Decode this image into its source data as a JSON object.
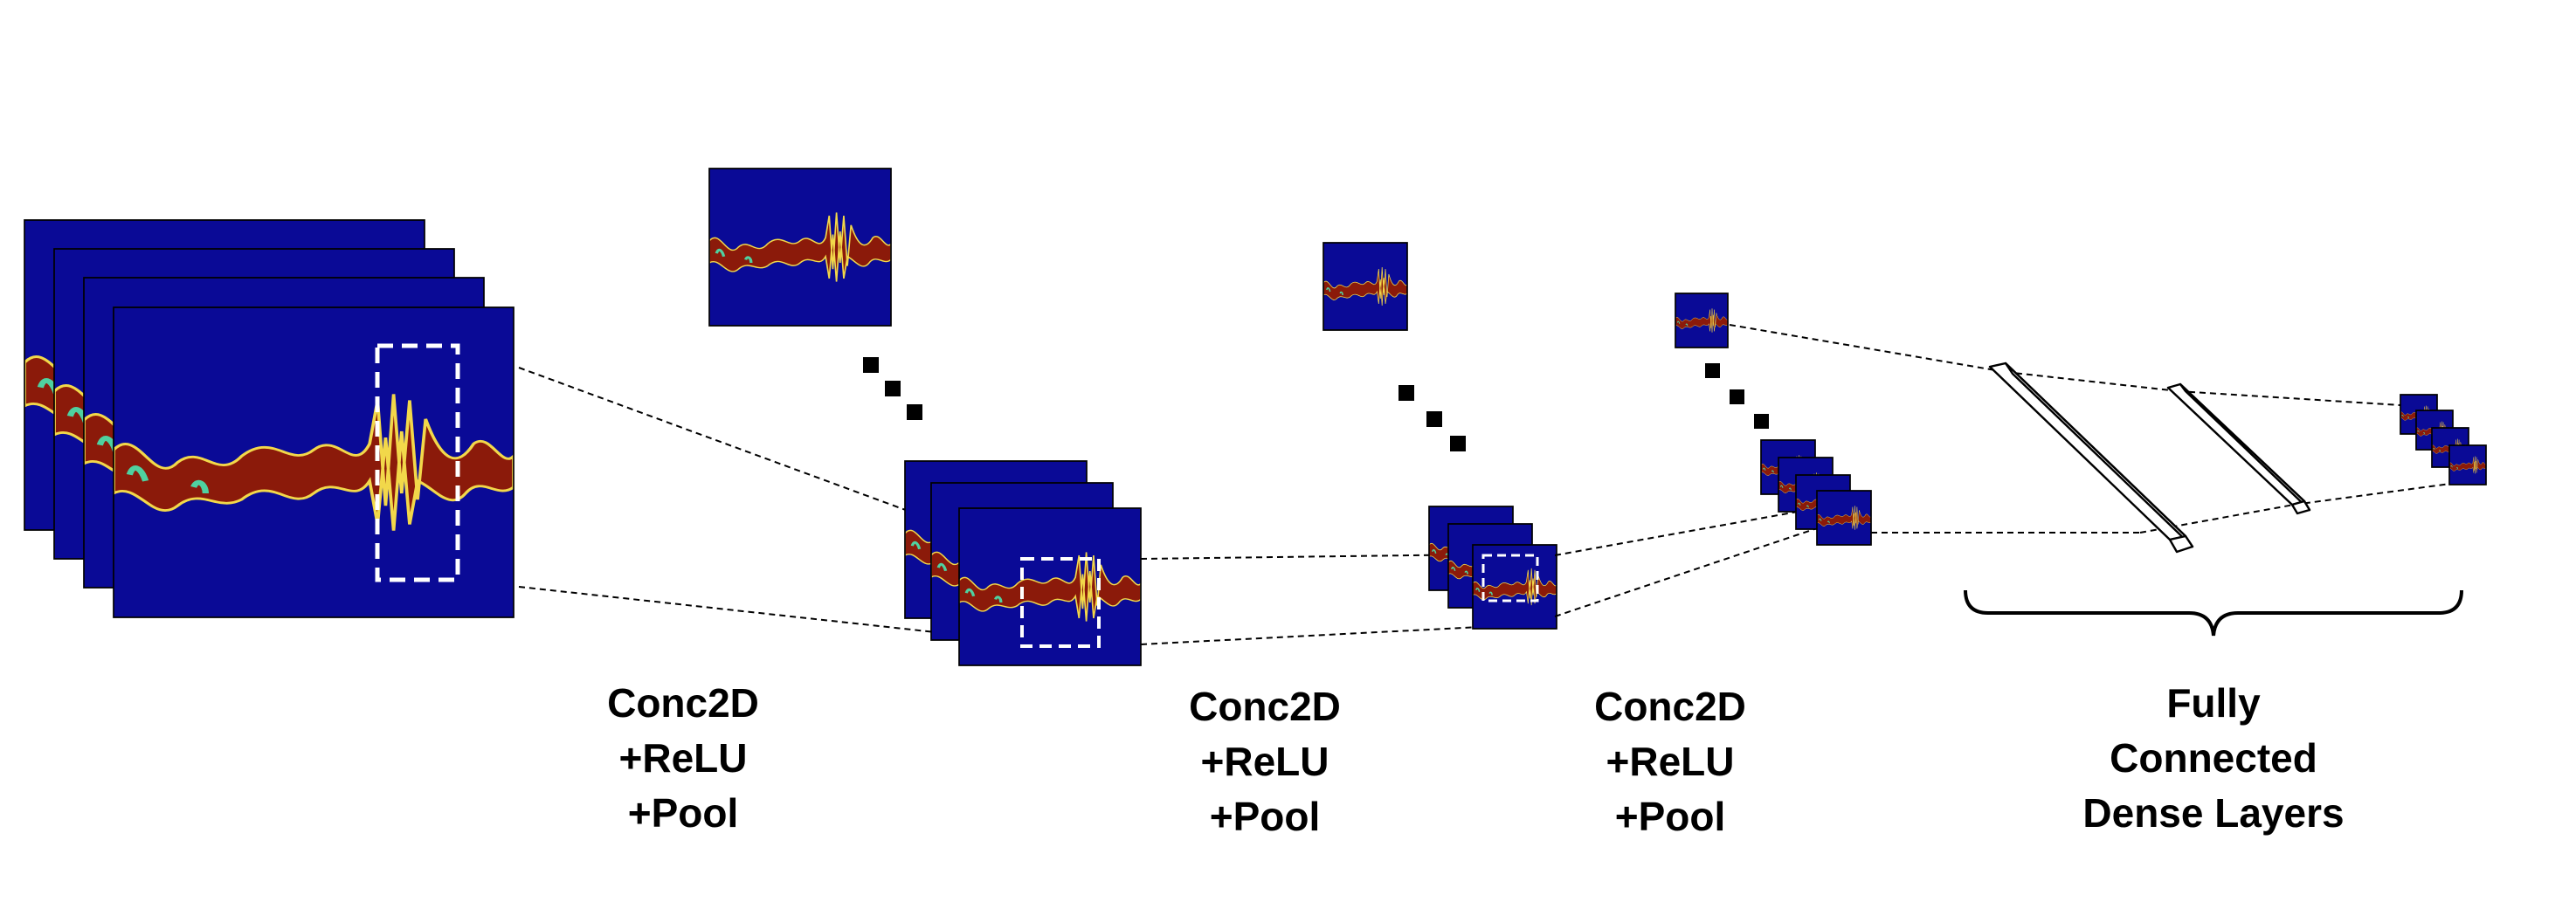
{
  "colors": {
    "map_background": "#0a0a96",
    "signal": "#8b1a0a",
    "signal_edge": "#f2d84a",
    "highlight": "#4fd1a0",
    "frame": "#000000",
    "connector": "#000000",
    "dense_layer_fill": "#ffffff"
  },
  "stages": [
    {
      "name": "conv-block-1",
      "label_lines": [
        "Conc2D",
        "+ReLU",
        "+Pool"
      ]
    },
    {
      "name": "conv-block-2",
      "label_lines": [
        "Conc2D",
        "+ReLU",
        "+Pool"
      ]
    },
    {
      "name": "conv-block-3",
      "label_lines": [
        "Conc2D",
        "+ReLU",
        "+Pool"
      ]
    },
    {
      "name": "dense-block",
      "label_lines": [
        "Fully",
        "Connected",
        "Dense Layers"
      ]
    }
  ]
}
